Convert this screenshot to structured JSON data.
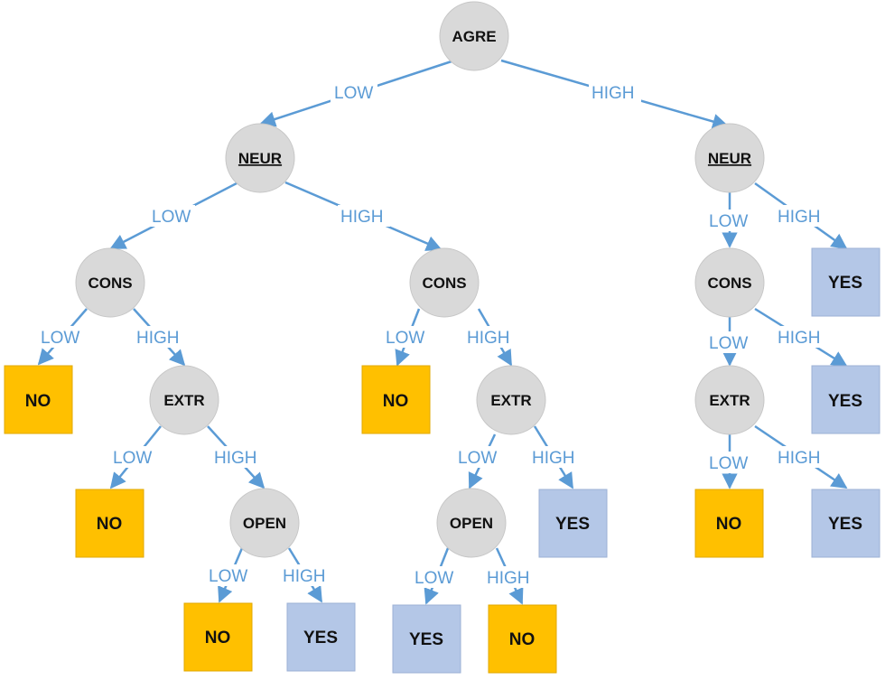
{
  "colors": {
    "node_fill": "#D9D9D9",
    "node_stroke": "#C6C6C6",
    "edge": "#5B9BD5",
    "no_fill": "#FFC000",
    "yes_fill": "#B4C7E7"
  },
  "nodes": {
    "root": {
      "label": "AGRE"
    },
    "neur_left": {
      "label": "NEUR"
    },
    "neur_right": {
      "label": "NEUR"
    },
    "cons_ll": {
      "label": "CONS"
    },
    "cons_lr": {
      "label": "CONS"
    },
    "cons_r": {
      "label": "CONS"
    },
    "extr_a": {
      "label": "EXTR"
    },
    "extr_b": {
      "label": "EXTR"
    },
    "extr_c": {
      "label": "EXTR"
    },
    "open_a": {
      "label": "OPEN"
    },
    "open_b": {
      "label": "OPEN"
    }
  },
  "leaves": {
    "leaf_1": {
      "label": "NO",
      "kind": "no"
    },
    "leaf_2": {
      "label": "NO",
      "kind": "no"
    },
    "leaf_3": {
      "label": "NO",
      "kind": "no"
    },
    "leaf_4": {
      "label": "YES",
      "kind": "yes"
    },
    "leaf_5": {
      "label": "NO",
      "kind": "no"
    },
    "leaf_6": {
      "label": "YES",
      "kind": "yes"
    },
    "leaf_7": {
      "label": "YES",
      "kind": "yes"
    },
    "leaf_8": {
      "label": "NO",
      "kind": "no"
    },
    "leaf_9": {
      "label": "YES",
      "kind": "yes"
    },
    "leaf_10": {
      "label": "YES",
      "kind": "yes"
    },
    "leaf_11": {
      "label": "NO",
      "kind": "no"
    },
    "leaf_12": {
      "label": "YES",
      "kind": "yes"
    }
  },
  "edges": {
    "e1": {
      "label": "LOW"
    },
    "e2": {
      "label": "HIGH"
    },
    "e3": {
      "label": "LOW"
    },
    "e4": {
      "label": "HIGH"
    },
    "e5": {
      "label": "LOW"
    },
    "e6": {
      "label": "HIGH"
    },
    "e7": {
      "label": "LOW"
    },
    "e8": {
      "label": "HIGH"
    },
    "e9": {
      "label": "LOW"
    },
    "e10": {
      "label": "HIGH"
    },
    "e11": {
      "label": "LOW"
    },
    "e12": {
      "label": "HIGH"
    },
    "e13": {
      "label": "LOW"
    },
    "e14": {
      "label": "HIGH"
    },
    "e15": {
      "label": "LOW"
    },
    "e16": {
      "label": "HIGH"
    },
    "e17": {
      "label": "LOW"
    },
    "e18": {
      "label": "HIGH"
    },
    "e19": {
      "label": "LOW"
    },
    "e20": {
      "label": "HIGH"
    },
    "e21": {
      "label": "LOW"
    },
    "e22": {
      "label": "HIGH"
    }
  }
}
